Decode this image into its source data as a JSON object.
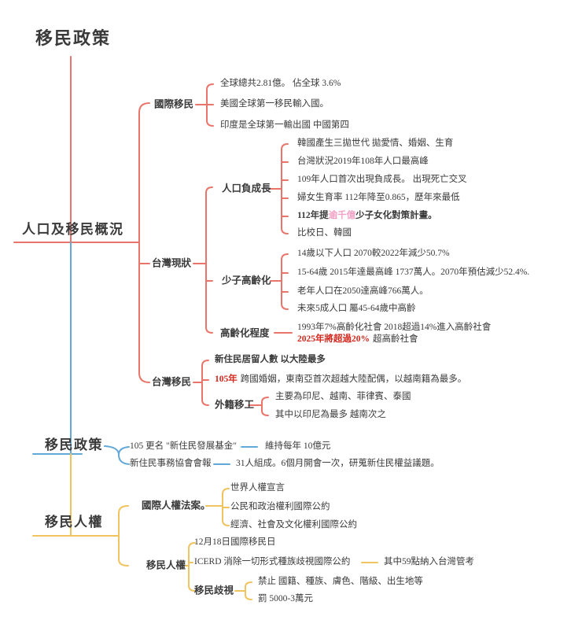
{
  "title": "移民政策",
  "colors": {
    "red": "#e9756a",
    "blue": "#62a8d8",
    "yellow": "#f0c35e",
    "text": "#3a3a3a",
    "red_text": "#d2281e",
    "pink_text": "#f2a2c6"
  },
  "sections": {
    "overview": {
      "label": "人口及移民概況",
      "international": {
        "label": "國際移民",
        "items": [
          "全球總共2.81億。 佔全球 3.6%",
          "美國全球第一移民輸入國。",
          "印度是全球第一輸出國 中國第四"
        ]
      },
      "taiwan_status": {
        "label": "台灣現狀",
        "negative_growth": {
          "label": "人口負成長",
          "items": [
            "韓國產生三拋世代 拋愛情、婚姻、生育",
            "台灣狀況2019年108年人口最高峰",
            "109年人口首次出現負成長。 出現死亡交叉",
            "婦女生育率 112年降至0.865，歷年來最低"
          ],
          "plan": {
            "pre": "112年提",
            "highlight": "逾千億",
            "post": "少子女化對策計畫。"
          },
          "compare": "比校日、韓國"
        },
        "aging_low_birth": {
          "label": "少子高齡化",
          "items": [
            "14歲以下人口 2070較2022年減少50.7%",
            "15-64歲  2015年達最高峰 1737萬人。2070年預估減少52.4%.",
            "老年人口在2050達高峰766萬人。",
            "未來5成人口 屬45-64歲中高齡"
          ]
        },
        "aging_degree": {
          "label": "高齡化程度",
          "line1": "1993年7%高齡化社會 2018超過14%進入高齡社會",
          "line2": {
            "red": "2025年將超過20%",
            "rest": "超高齡社會"
          }
        }
      },
      "taiwan_immigration": {
        "label": "台灣移民",
        "residents": "新住民居留人數 以大陸最多",
        "marriage": {
          "red": "105年",
          "rest": "跨國婚姻，東南亞首次超越大陸配偶，以越南籍為最多。"
        },
        "foreign_workers": {
          "label": "外籍移工",
          "items": [
            "主要為印尼、越南、菲律賓、泰國",
            "其中以印尼為最多 越南次之"
          ]
        }
      }
    },
    "policy": {
      "label": "移民政策",
      "fund": {
        "text": "105 更名 \"新住民發展基金\"",
        "note": "維持每年 10億元"
      },
      "council": {
        "text": "新住民事務協會會報",
        "note": "31人組成。6個月開會一次，研蒐新住民權益議題。"
      }
    },
    "rights": {
      "label": "移民人權",
      "intl_bill": {
        "label": "國際人權法案。",
        "items": [
          "世界人權宣言",
          "公民和政治權利國際公約",
          "經濟、社會及文化權利國際公約"
        ]
      },
      "migrant_rights": {
        "label": "移民人權",
        "day": "12月18日國際移民日",
        "icerd": {
          "text": "ICERD 消除一切形式種族歧視國際公約",
          "note": "其中59點納入台灣管考"
        },
        "discrimination": {
          "label": "移民歧視",
          "items": [
            "禁止 國籍、種族、膚色、階級、出生地等",
            "罰 5000-3萬元"
          ]
        }
      }
    }
  }
}
